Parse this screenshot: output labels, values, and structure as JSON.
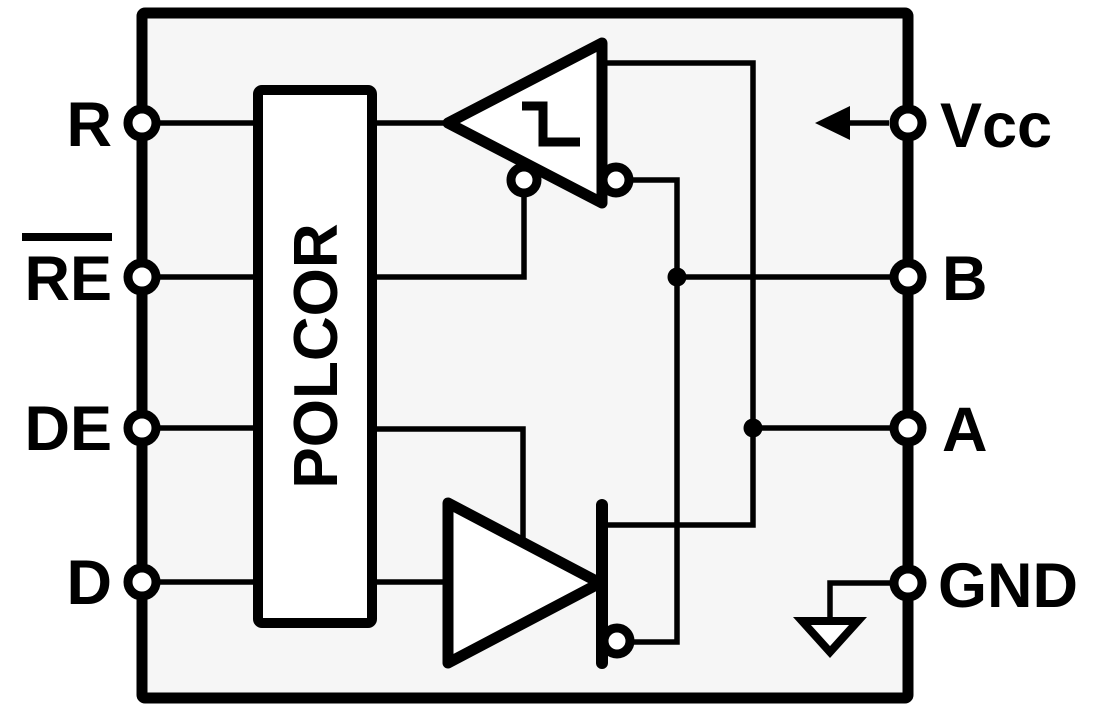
{
  "diagram_type": "ic-functional-block-diagram",
  "colors": {
    "line": "#000000",
    "interior_fill": "#f6f6f6",
    "page_background": "#ffffff",
    "shape_fill": "#ffffff"
  },
  "block_label": "POLCOR",
  "pins": {
    "left": [
      {
        "label": "R",
        "overline": false
      },
      {
        "label": "RE",
        "overline": true
      },
      {
        "label": "DE",
        "overline": false
      },
      {
        "label": "D",
        "overline": false
      }
    ],
    "right": [
      {
        "label": "Vcc"
      },
      {
        "label": "B"
      },
      {
        "label": "A"
      },
      {
        "label": "GND"
      }
    ]
  },
  "icons": [
    "hysteresis-icon",
    "inversion-bubble-icon",
    "vcc-arrow-icon",
    "ground-icon",
    "junction-dot"
  ]
}
